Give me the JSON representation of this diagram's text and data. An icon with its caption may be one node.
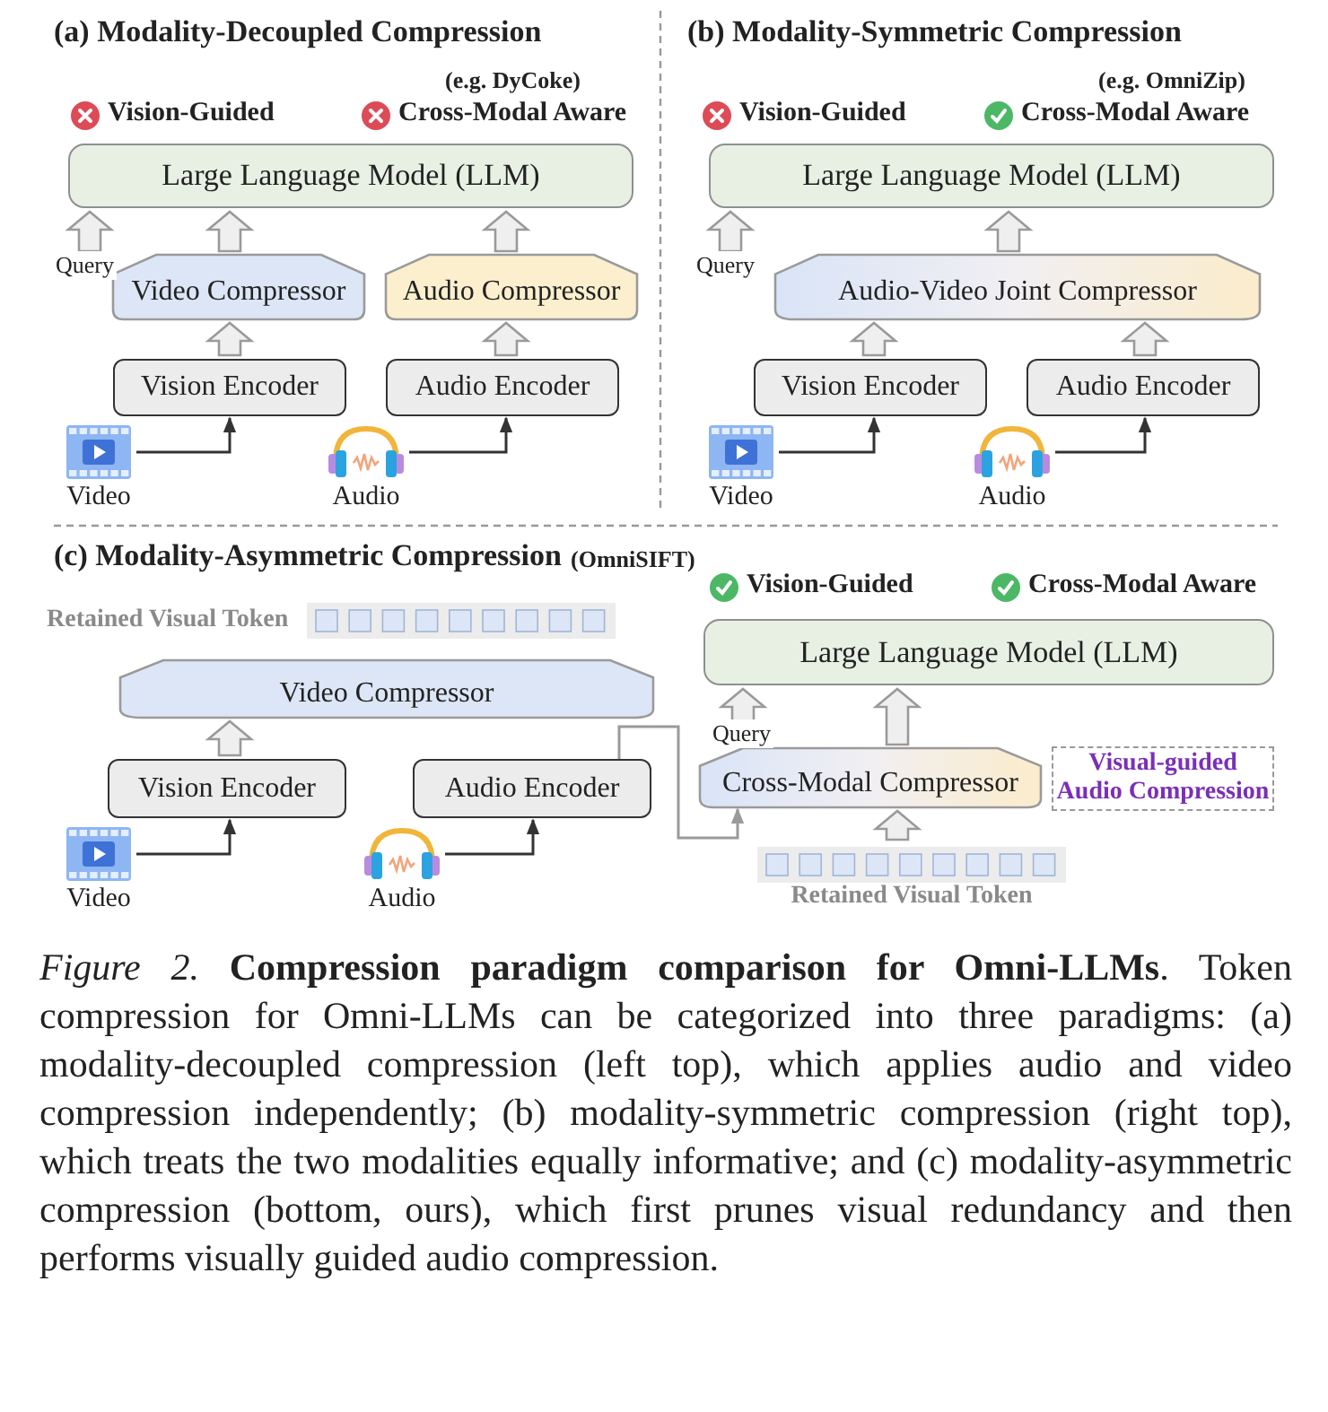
{
  "diagram": {
    "nodes": [
      {
        "text": [
          "Large Language Model (LLM)"
        ]
      },
      {
        "text": [
          "Video Compressor"
        ]
      },
      {
        "text": [
          "Audio Compressor"
        ]
      },
      {
        "text": [
          "Vision Encoder"
        ]
      },
      {
        "text": [
          "Audio Encoder"
        ]
      },
      {
        "text": [
          "Video"
        ]
      },
      {
        "text": [
          "Audio"
        ]
      },
      {
        "text": [
          "Large Language Model (LLM)"
        ]
      },
      {
        "text": [
          "Audio-Video Joint Compressor"
        ]
      },
      {
        "text": [
          "Vision Encoder"
        ]
      },
      {
        "text": [
          "Audio Encoder"
        ]
      },
      {
        "text": [
          "Video"
        ]
      },
      {
        "text": [
          "Audio"
        ]
      },
      {
        "text": [
          "Retained Visual Token"
        ]
      },
      {
        "text": [
          "Video Compressor"
        ]
      },
      {
        "text": [
          "Vision Encoder"
        ]
      },
      {
        "text": [
          "Audio Encoder"
        ]
      },
      {
        "text": [
          "Video"
        ]
      },
      {
        "text": [
          "Audio"
        ]
      },
      {
        "text": [
          "Large Language Model (LLM)"
        ]
      },
      {
        "text": [
          "Cross-Modal Compressor"
        ]
      },
      {
        "text": [
          "Visual-guided Audio Compression"
        ]
      },
      {
        "text": [
          "Retained Visual Token"
        ]
      }
    ],
    "edges": [
      {
        "from": null,
        "to": 0,
        "arrow": "to",
        "label": "Query",
        "style": "thick"
      },
      {
        "from": 1,
        "to": 0,
        "arrow": "to",
        "style": "thick"
      },
      {
        "from": 2,
        "to": 0,
        "arrow": "to",
        "style": "thick"
      },
      {
        "from": 3,
        "to": 1,
        "arrow": "to",
        "style": "thick"
      },
      {
        "from": 4,
        "to": 2,
        "arrow": "to",
        "style": "thick"
      },
      {
        "from": 5,
        "to": 3,
        "arrow": "to"
      },
      {
        "from": 6,
        "to": 4,
        "arrow": "to"
      },
      {
        "from": null,
        "to": 7,
        "arrow": "to",
        "label": "Query",
        "style": "thick"
      },
      {
        "from": 8,
        "to": 7,
        "arrow": "to",
        "style": "thick"
      },
      {
        "from": 9,
        "to": 8,
        "arrow": "to",
        "style": "thick"
      },
      {
        "from": 10,
        "to": 8,
        "arrow": "to",
        "style": "thick"
      },
      {
        "from": 11,
        "to": 9,
        "arrow": "to"
      },
      {
        "from": 12,
        "to": 10,
        "arrow": "to"
      },
      {
        "from": 15,
        "to": 14,
        "arrow": "to",
        "style": "thick"
      },
      {
        "from": 17,
        "to": 15,
        "arrow": "to"
      },
      {
        "from": 18,
        "to": 16,
        "arrow": "to"
      },
      {
        "from": 16,
        "to": 20,
        "arrow": "to",
        "color": "#9a9a9a"
      },
      {
        "from": 20,
        "to": 19,
        "arrow": "to",
        "style": "thick"
      },
      {
        "from": null,
        "to": 19,
        "arrow": "to",
        "label": "Query",
        "style": "thick"
      },
      {
        "from": 22,
        "to": 20,
        "arrow": "to",
        "style": "thick"
      }
    ],
    "labels": [
      "(a) Modality-Decoupled Compression",
      "(b) Modality-Symmetric Compression",
      "(e.g. DyCoke)",
      "(e.g. OmniZip)",
      "Vision-Guided",
      "Cross-Modal Aware",
      "Vision-Guided",
      "Cross-Modal Aware",
      "(c) Modality-Asymmetric Compression",
      "(OmniSIFT)",
      "Vision-Guided",
      "Cross-Modal Aware"
    ],
    "caption": "*Figure 2.* **Compression paradigm comparison for Omni-LLMs**. Token compression for Omni-LLMs can be categorized into three paradigms: (a) modality-decoupled compression (left top), which applies audio and video compression independently; (b) modality-symmetric compression (right top), which treats the two modalities equally informative; and (c) modality-asymmetric compression (bottom, ours), which first prunes visual redundancy and then performs visually guided audio compression."
  }
}
